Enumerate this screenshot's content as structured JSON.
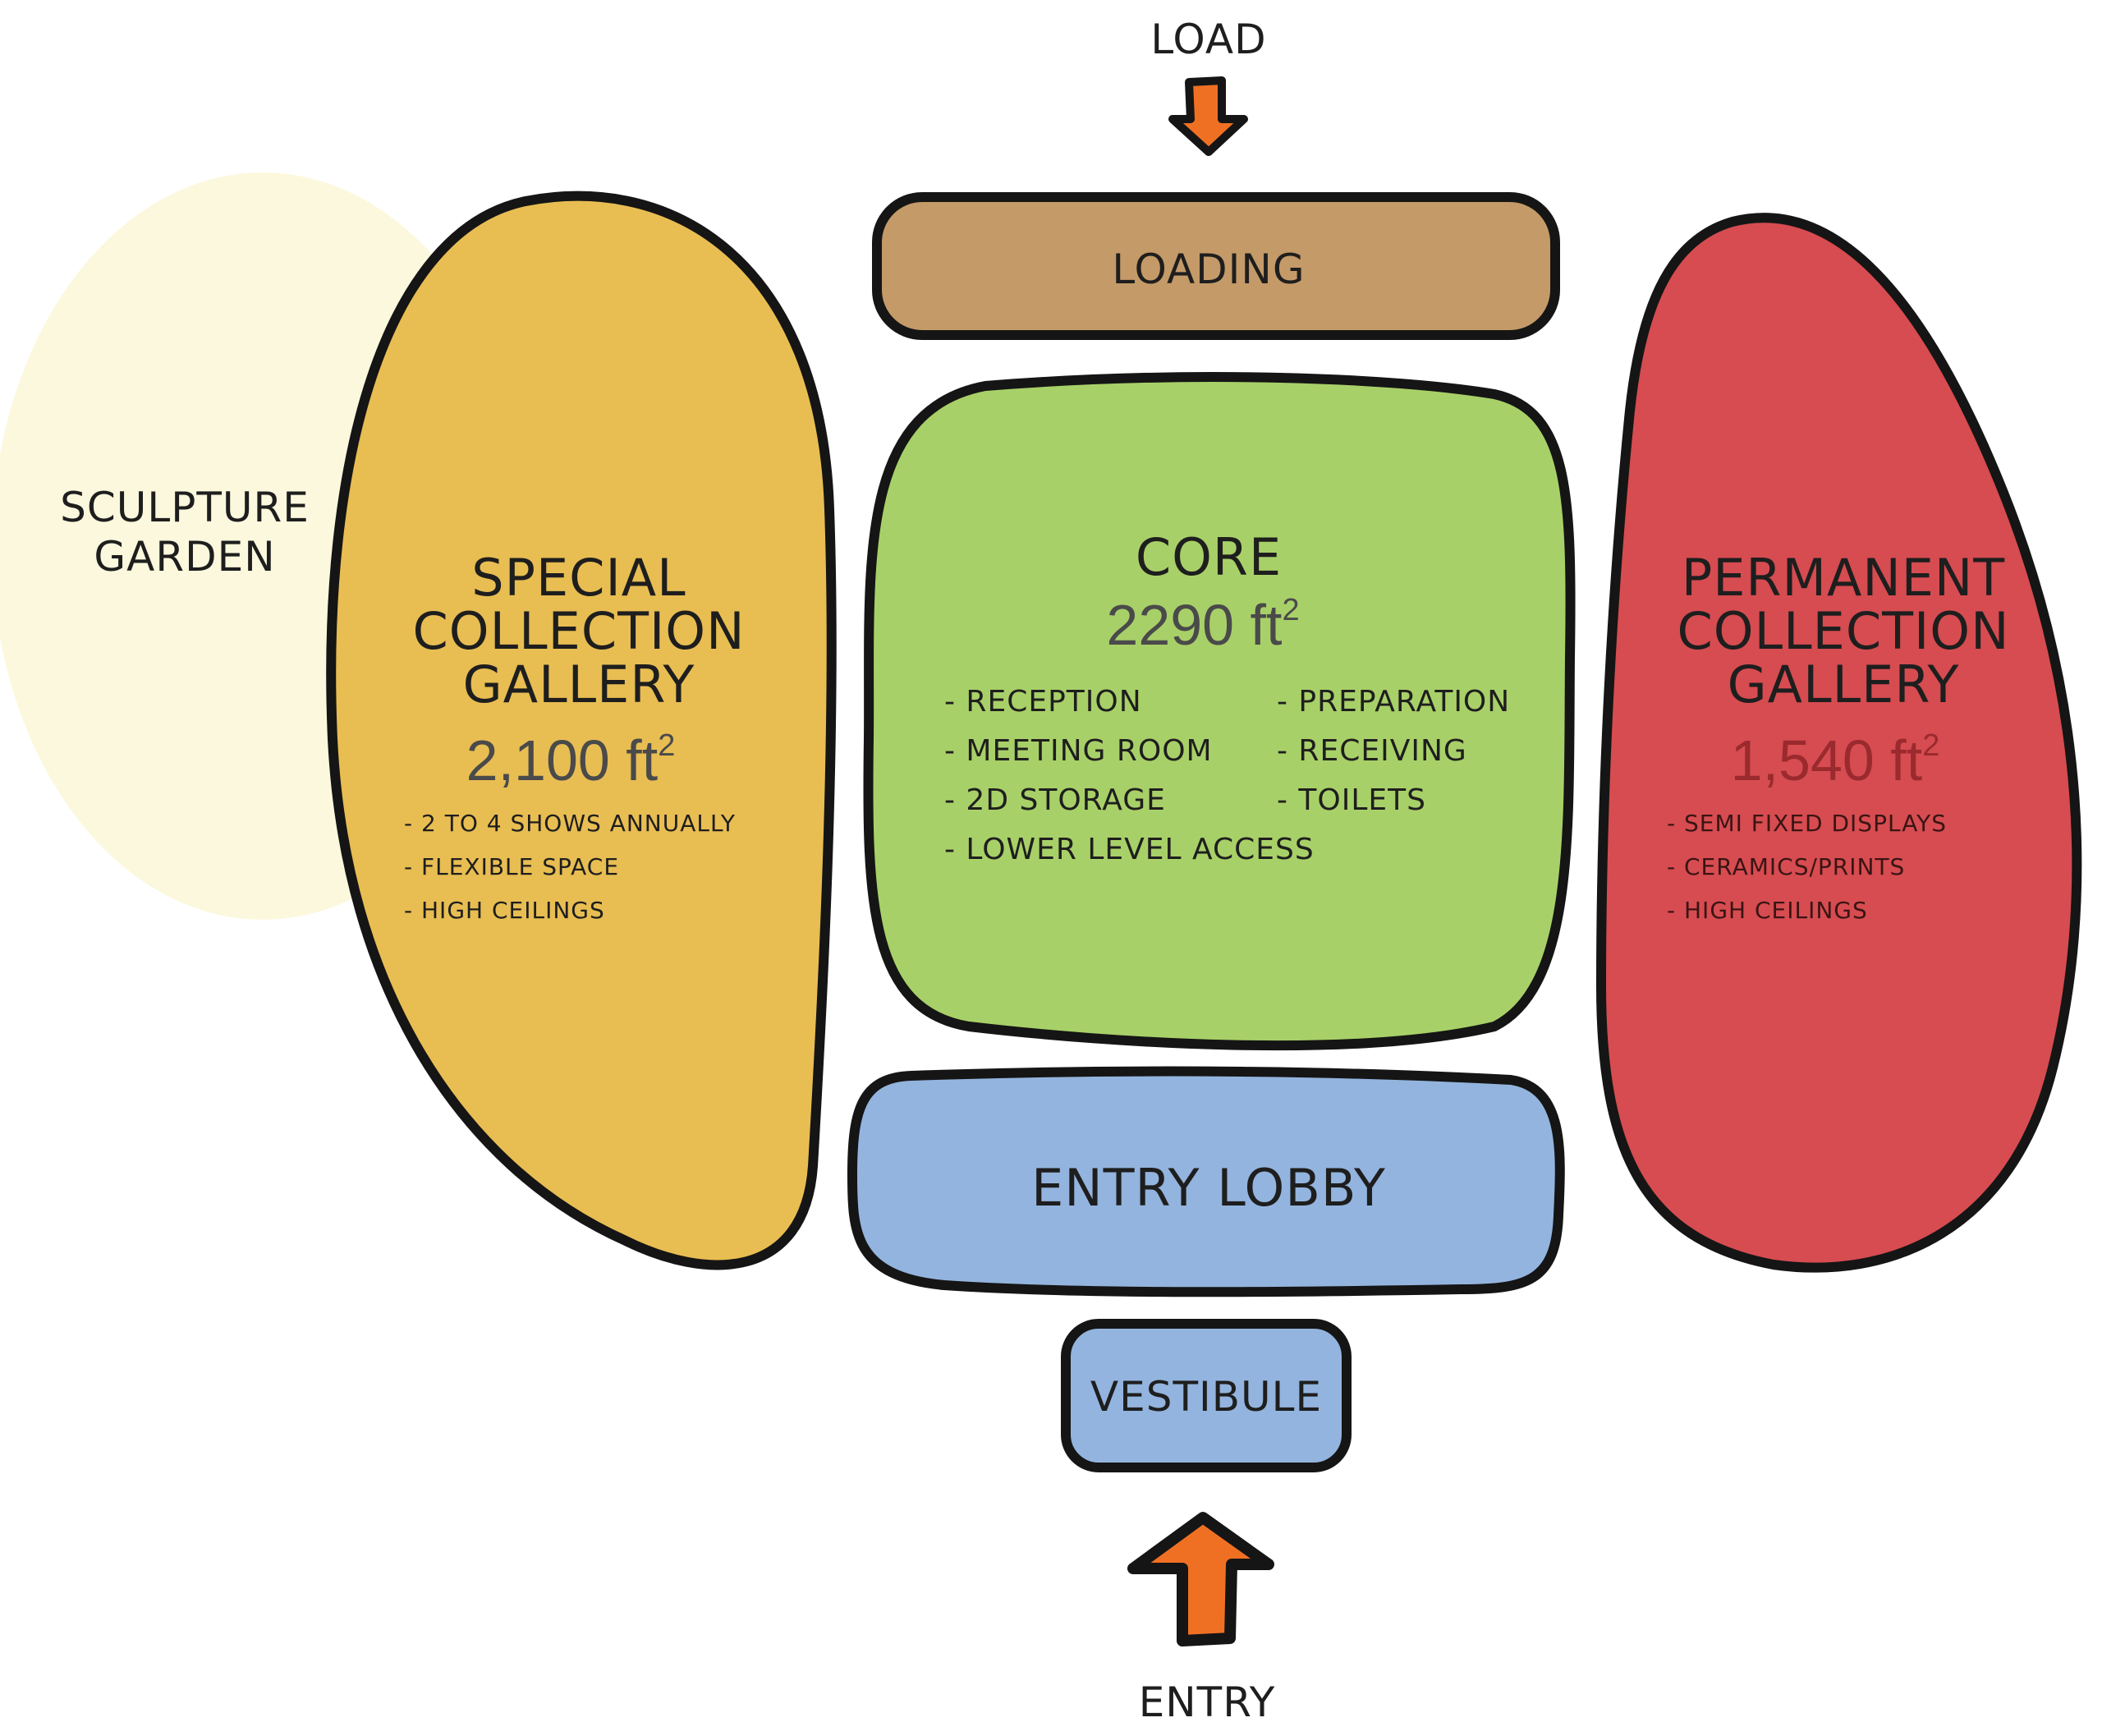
{
  "load_label": "LOAD",
  "entry_label": "ENTRY",
  "garden": {
    "line1": "SCULPTURE",
    "line2": "GARDEN",
    "color": "#fbf8dd"
  },
  "special": {
    "line1": "SPECIAL",
    "line2": "COLLECTION",
    "line3": "GALLERY",
    "area": "2,100 ft",
    "sup": "2",
    "items": [
      "- 2 TO 4 SHOWS ANNUALLY",
      "- FLEXIBLE SPACE",
      "- HIGH CEILINGS"
    ],
    "color": "#e8bd52"
  },
  "loading": {
    "label": "LOADING",
    "color": "#c49a68"
  },
  "core": {
    "title": "CORE",
    "area": "2290 ft",
    "sup": "2",
    "items_left": [
      "- RECEPTION",
      "- MEETING ROOM",
      "- 2D STORAGE",
      "- LOWER LEVEL ACCESS"
    ],
    "items_right": [
      "- PREPARATION",
      "- RECEIVING",
      "- TOILETS"
    ],
    "color": "#a8d068"
  },
  "permanent": {
    "line1": "PERMANENT",
    "line2": "COLLECTION",
    "line3": "GALLERY",
    "area": "1,540 ft",
    "sup": "2",
    "items": [
      "- SEMI FIXED DISPLAYS",
      "- CERAMICS/PRINTS",
      "- HIGH CEILINGS"
    ],
    "color": "#d64c50"
  },
  "lobby": {
    "label": "ENTRY LOBBY",
    "color": "#93b4de"
  },
  "vestibule": {
    "label": "VESTIBULE",
    "color": "#93b4de"
  },
  "arrow_color": "#f07023"
}
